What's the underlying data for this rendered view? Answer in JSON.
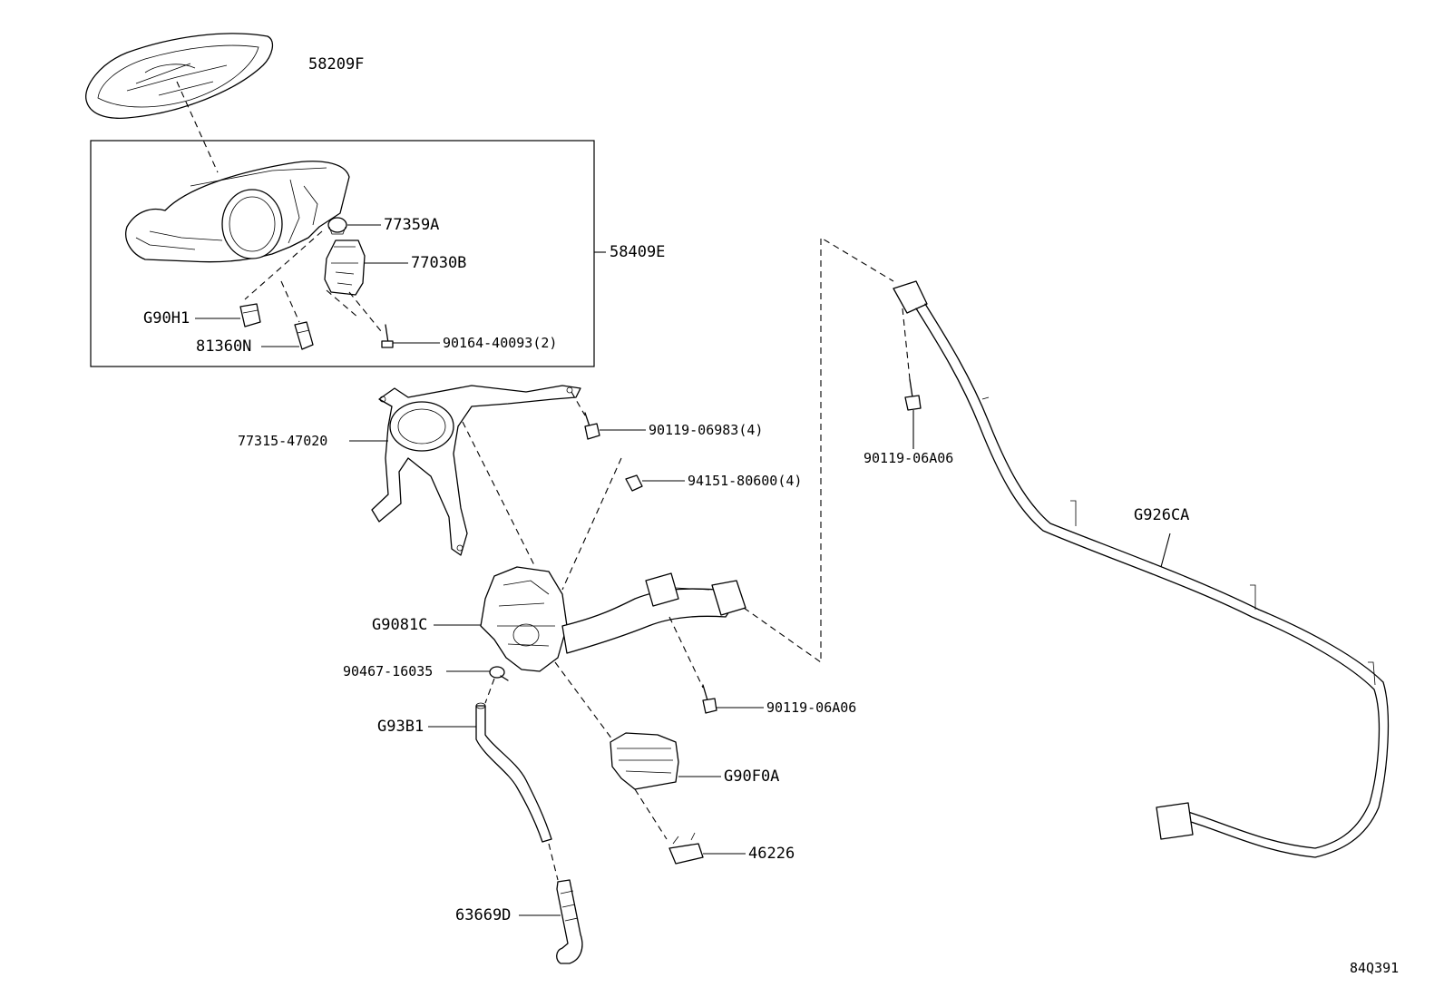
{
  "diagram_id": "84Q391",
  "parts": {
    "p58209F": "58209F",
    "p58409E": "58409E",
    "p77359A": "77359A",
    "p77030B": "77030B",
    "pG90H1": "G90H1",
    "p81360N": "81360N",
    "p90164": "90164-40093(2)",
    "p77315": "77315-47020",
    "p90119_06983": "90119-06983(4)",
    "p94151": "94151-80600(4)",
    "p90119_06A06_right": "90119-06A06",
    "pG926CA": "G926CA",
    "pG9081C": "G9081C",
    "p90467": "90467-16035",
    "pG93B1": "G93B1",
    "p90119_06A06_mid": "90119-06A06",
    "pG90F0A": "G90F0A",
    "p46226": "46226",
    "p63669D": "63669D"
  }
}
